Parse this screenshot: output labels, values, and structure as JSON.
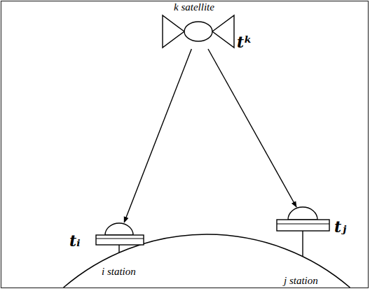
{
  "diagram": {
    "nodes": [
      {
        "text": [
          "k satellite",
          "tᵏ"
        ]
      },
      {
        "text": [
          "tᵢ",
          "i station"
        ]
      },
      {
        "text": [
          "tⱼ",
          "j station"
        ]
      }
    ],
    "edges": [
      {
        "from": 0,
        "to": 1,
        "arrow": "to"
      },
      {
        "from": 0,
        "to": 2,
        "arrow": "to"
      }
    ]
  }
}
